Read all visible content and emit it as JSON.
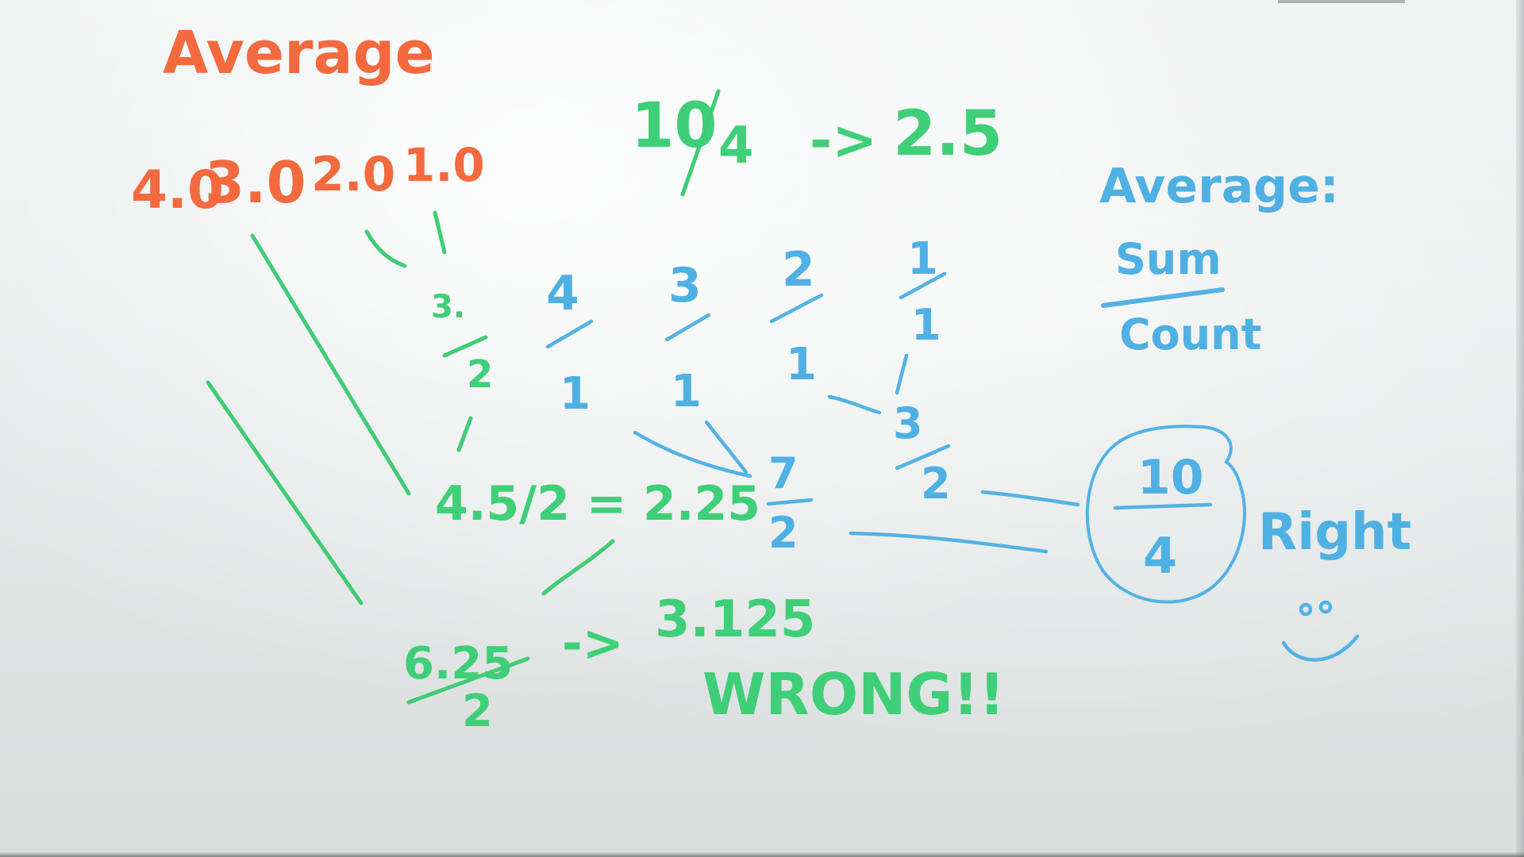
{
  "board": {
    "colors": {
      "orange": "#f26a3e",
      "green": "#3fcf78",
      "blue": "#4fb0e3"
    },
    "title": "Average",
    "values_decimal": [
      "4.0",
      "3.0",
      "2.0",
      "1.0"
    ],
    "top_result": {
      "numerator": "10",
      "denominator": "4",
      "arrow": "->",
      "result": "2.5"
    },
    "definition": {
      "label": "Average:",
      "numerator": "Sum",
      "denominator": "Count"
    },
    "fractions": [
      {
        "numerator": "4",
        "denominator": "1"
      },
      {
        "numerator": "3",
        "denominator": "1"
      },
      {
        "numerator": "2",
        "denominator": "1"
      },
      {
        "numerator": "1",
        "denominator": "1"
      }
    ],
    "wrong_path": {
      "first": {
        "numerator": "3.",
        "denominator": "2"
      },
      "second_expr": "4.5/2 = 2.25",
      "third": {
        "numerator": "6.25",
        "denominator": "2"
      },
      "arrow": "->",
      "result": "3.125",
      "verdict": "WRONG!!"
    },
    "right_path": {
      "left_sum": {
        "numerator": "7",
        "denominator": "2"
      },
      "right_sum": {
        "numerator": "3",
        "denominator": "2"
      },
      "total": {
        "numerator": "10",
        "denominator": "4"
      },
      "verdict": "Right",
      "smiley_icon": "smiley-face-icon"
    }
  }
}
